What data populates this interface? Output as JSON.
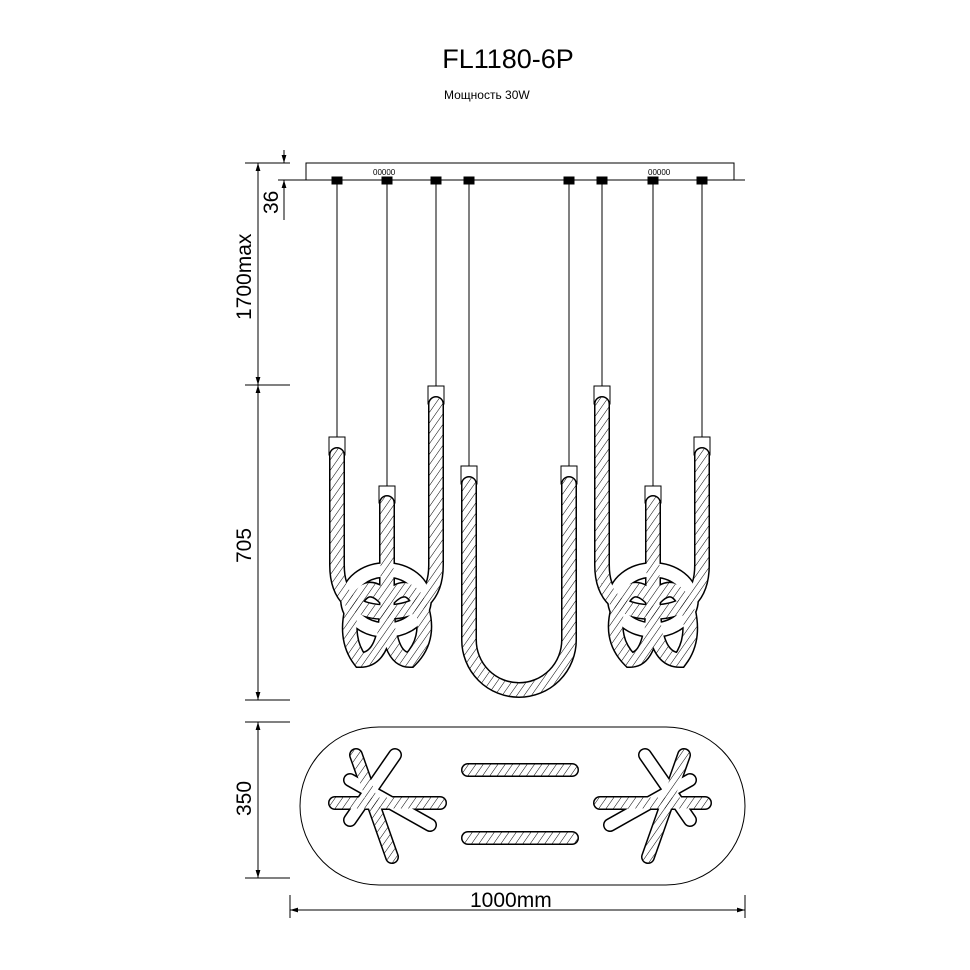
{
  "header": {
    "model": "FL1180-6P",
    "power": "Мощность 30W"
  },
  "dimensions": {
    "canopy_height": "36",
    "max_cable_length": "1700max",
    "fixture_height": "705",
    "depth": "350",
    "width": "1000mm"
  },
  "colors": {
    "line": "#000000",
    "background": "#ffffff"
  }
}
